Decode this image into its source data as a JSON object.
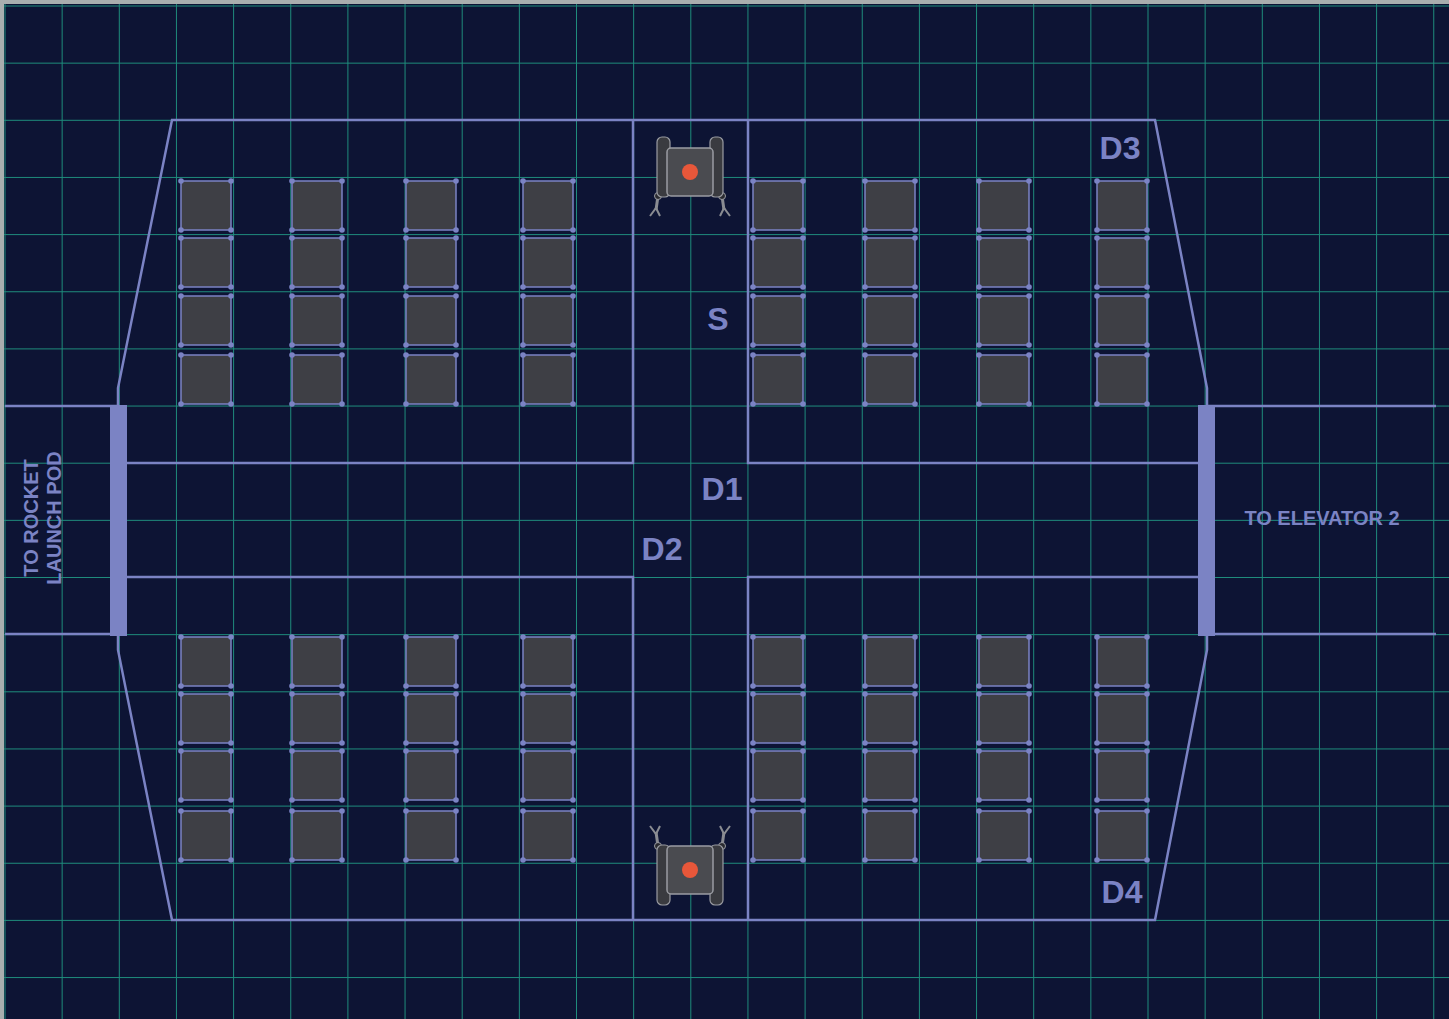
{
  "diagram": {
    "labels": [
      "D3",
      "S",
      "D1",
      "D2",
      "D4",
      "TO ROCKET LAUNCH POD",
      "TO ELEVATOR 2"
    ]
  }
}
